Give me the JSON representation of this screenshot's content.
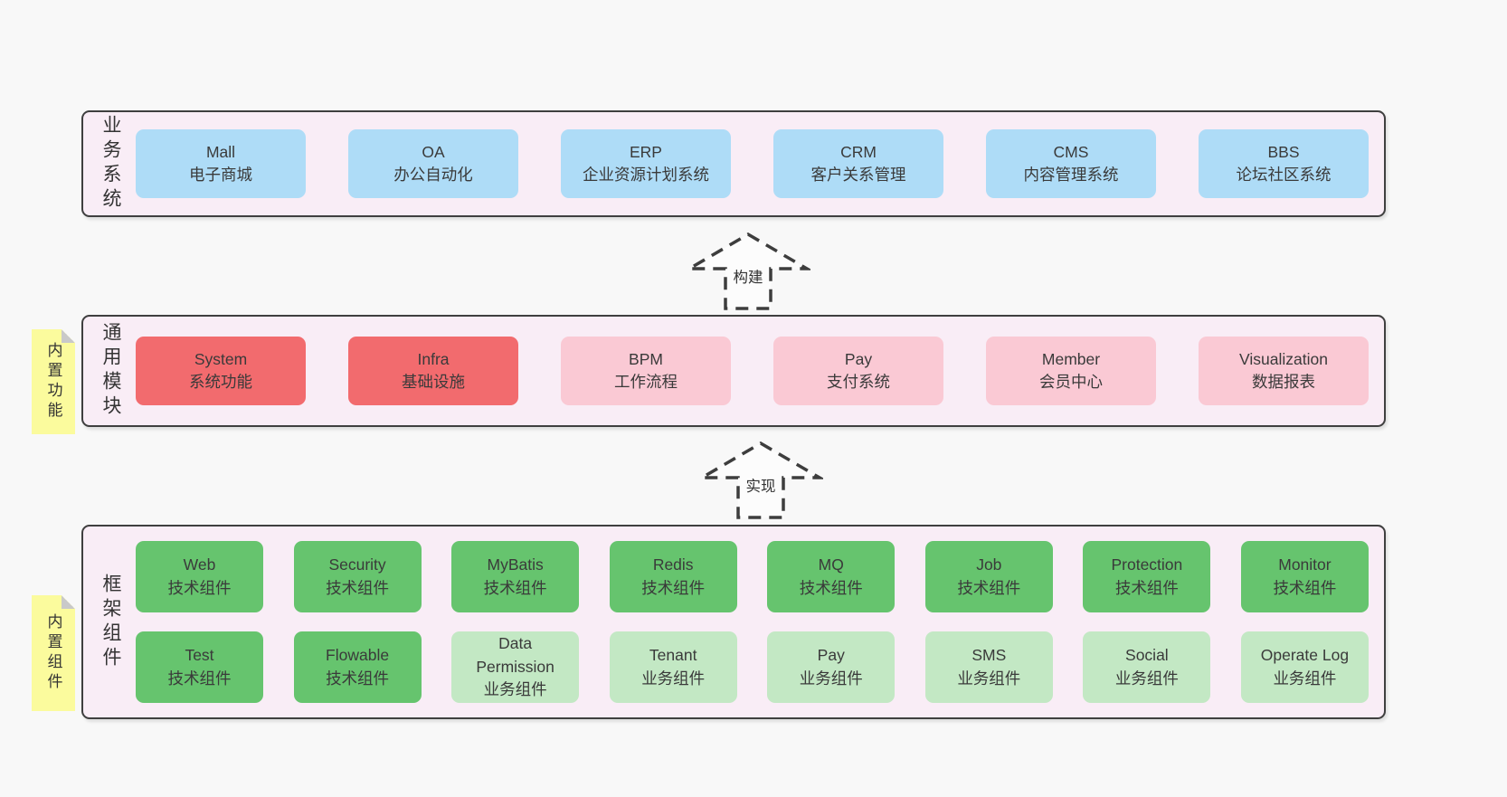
{
  "sections": [
    {
      "label": "业务系统",
      "boxes": [
        {
          "en": "Mall",
          "zh": "电子商城"
        },
        {
          "en": "OA",
          "zh": "办公自动化"
        },
        {
          "en": "ERP",
          "zh": "企业资源计划系统"
        },
        {
          "en": "CRM",
          "zh": "客户关系管理"
        },
        {
          "en": "CMS",
          "zh": "内容管理系统"
        },
        {
          "en": "BBS",
          "zh": "论坛社区系统"
        }
      ]
    },
    {
      "label": "通用模块",
      "sticky": "内置功能",
      "boxes": [
        {
          "en": "System",
          "zh": "系统功能"
        },
        {
          "en": "Infra",
          "zh": "基础设施"
        },
        {
          "en": "BPM",
          "zh": "工作流程"
        },
        {
          "en": "Pay",
          "zh": "支付系统"
        },
        {
          "en": "Member",
          "zh": "会员中心"
        },
        {
          "en": "Visualization",
          "zh": "数据报表"
        }
      ]
    },
    {
      "label": "框架组件",
      "sticky": "内置组件",
      "rows": [
        [
          {
            "en": "Web",
            "zh": "技术组件"
          },
          {
            "en": "Security",
            "zh": "技术组件"
          },
          {
            "en": "MyBatis",
            "zh": "技术组件"
          },
          {
            "en": "Redis",
            "zh": "技术组件"
          },
          {
            "en": "MQ",
            "zh": "技术组件"
          },
          {
            "en": "Job",
            "zh": "技术组件"
          },
          {
            "en": "Protection",
            "zh": "技术组件"
          },
          {
            "en": "Monitor",
            "zh": "技术组件"
          }
        ],
        [
          {
            "en": "Test",
            "zh": "技术组件"
          },
          {
            "en": "Flowable",
            "zh": "技术组件"
          },
          {
            "en": "Data Permission",
            "zh": "业务组件"
          },
          {
            "en": "Tenant",
            "zh": "业务组件"
          },
          {
            "en": "Pay",
            "zh": "业务组件"
          },
          {
            "en": "SMS",
            "zh": "业务组件"
          },
          {
            "en": "Social",
            "zh": "业务组件"
          },
          {
            "en": "Operate Log",
            "zh": "业务组件"
          }
        ]
      ]
    }
  ],
  "arrows": [
    {
      "label": "构建"
    },
    {
      "label": "实现"
    }
  ],
  "colors": {
    "page_bg": "#f8f8f8",
    "container_bg": "#f9edf6",
    "container_border": "#3f3f3f",
    "blue": "#aedcf7",
    "red": "#f26b6e",
    "pink": "#fac9d4",
    "green": "#66c46e",
    "light_green": "#c3e8c4",
    "sticky_yellow": "#fbfb9d",
    "sticky_fold": "#c9c9c9",
    "text": "#3a3a3a"
  }
}
